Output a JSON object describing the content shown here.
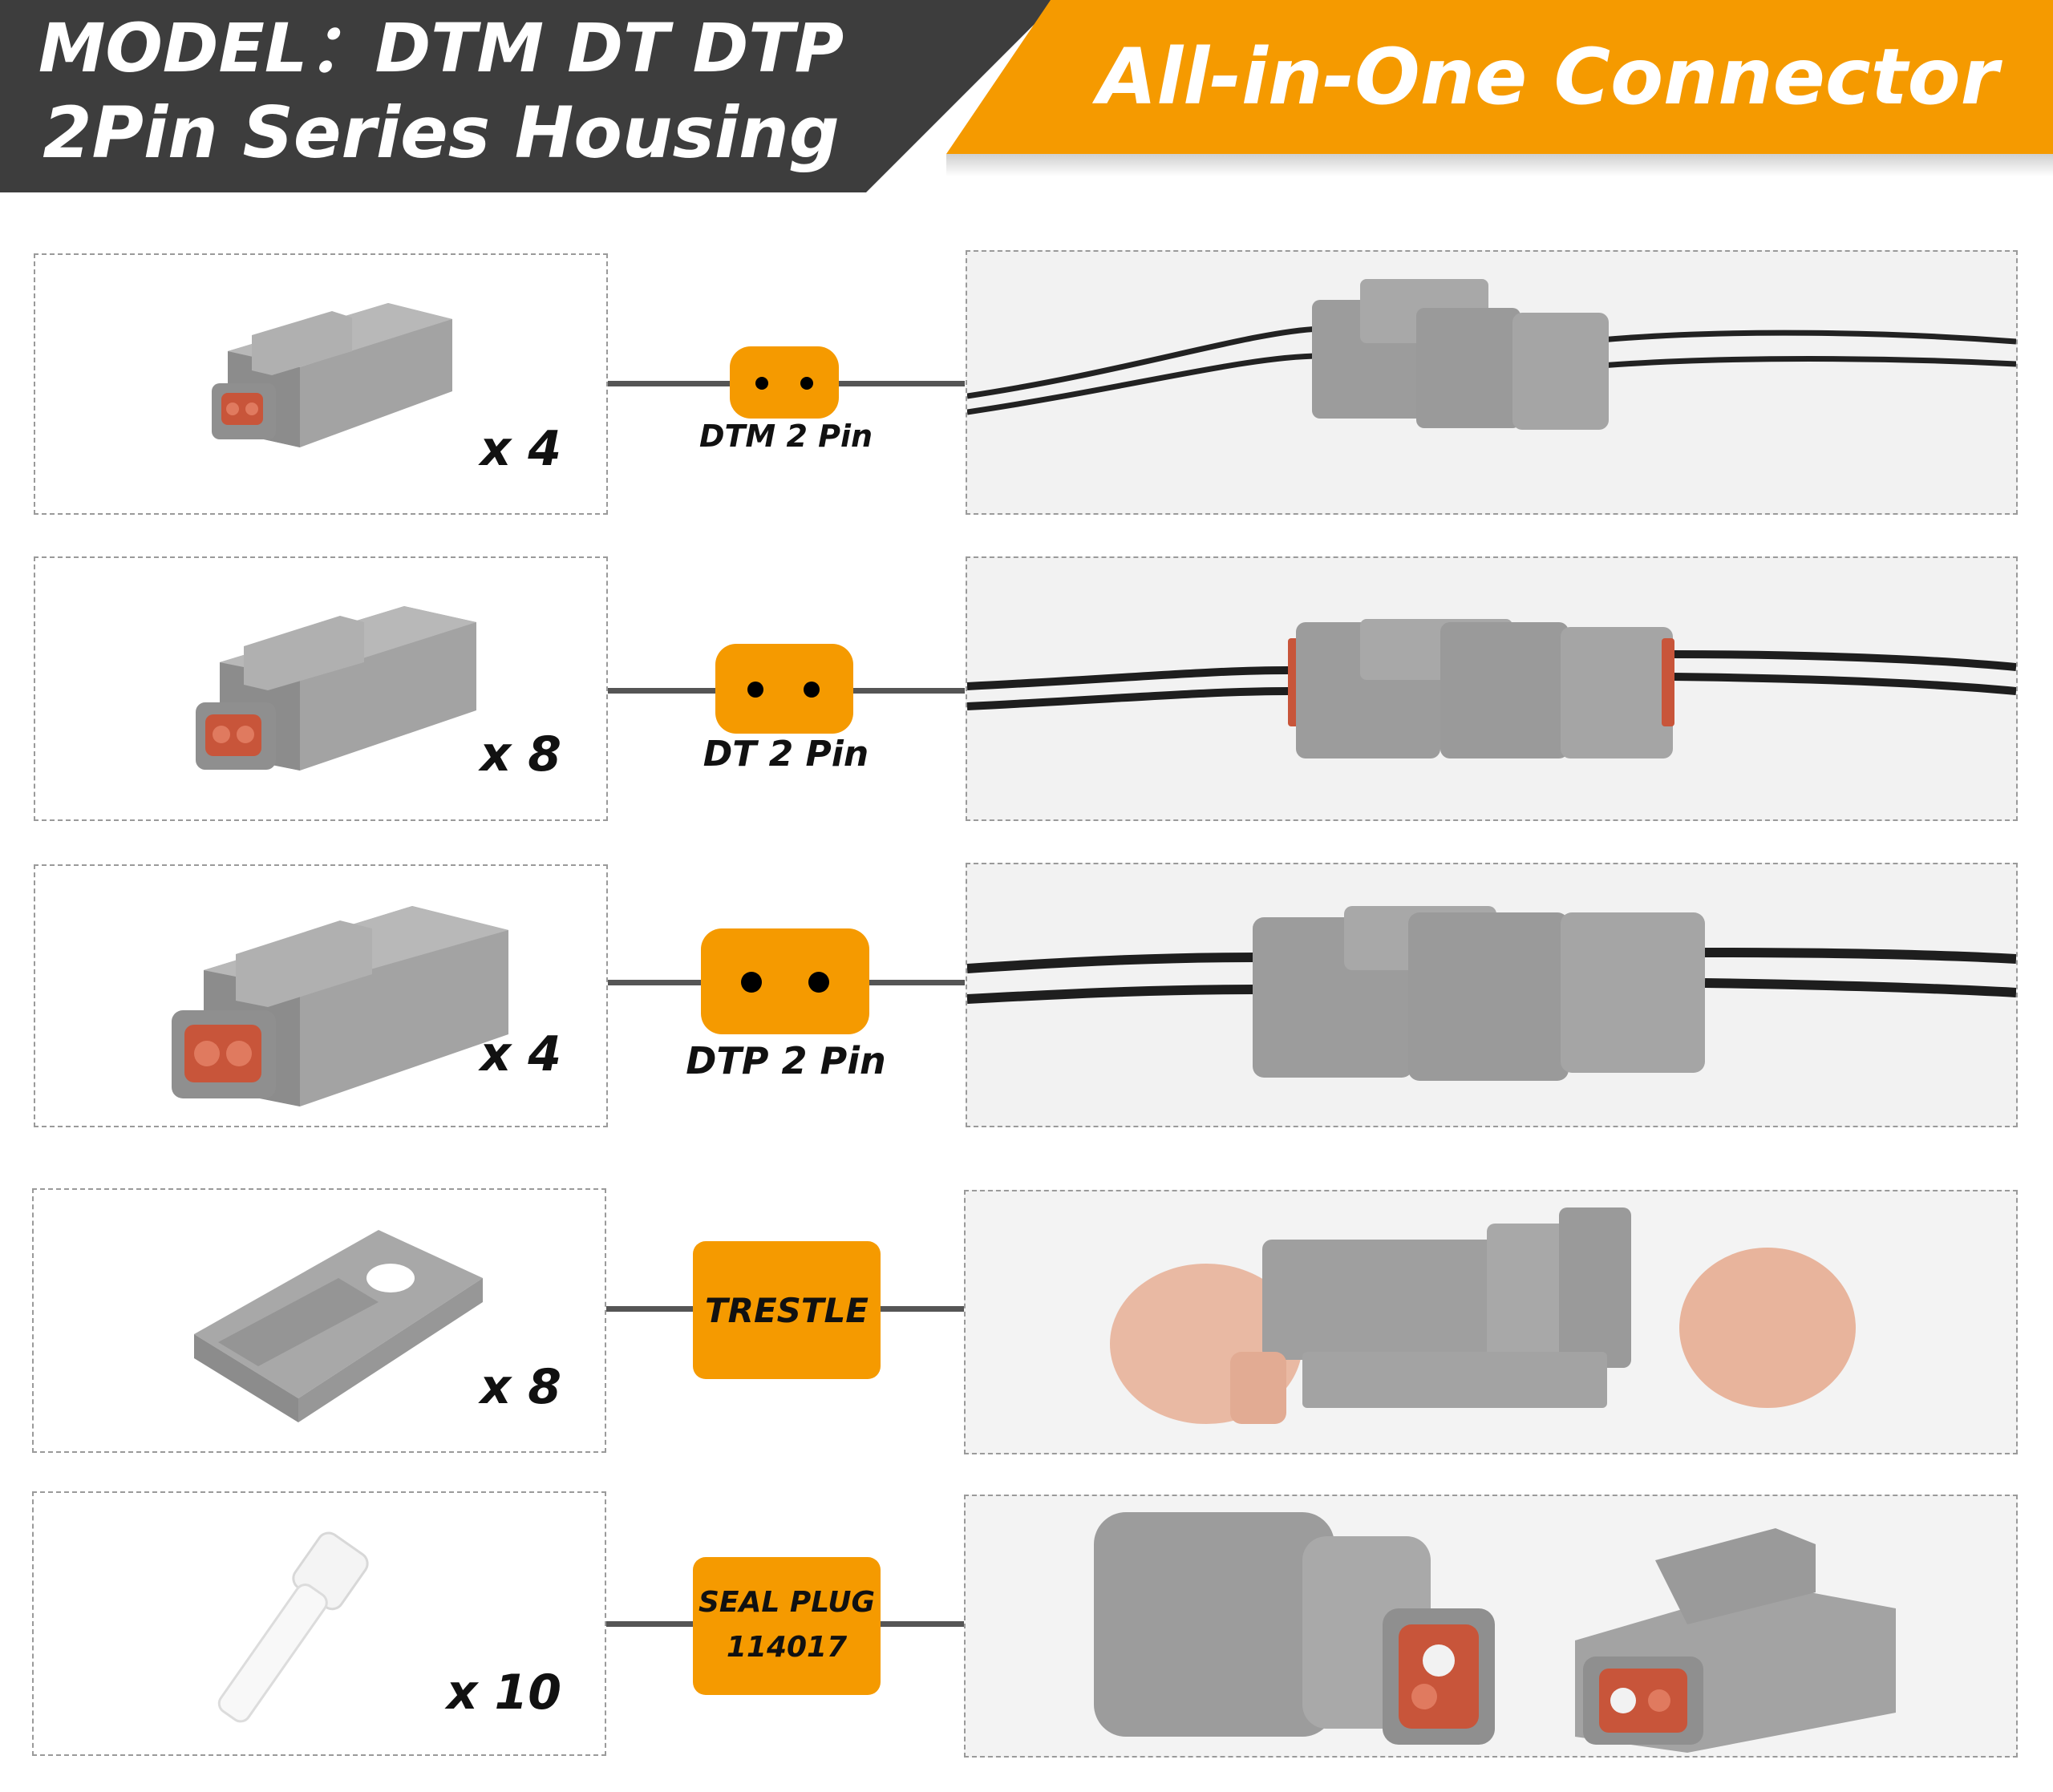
{
  "header": {
    "model_line": "MODEL：DTM DT DTP",
    "housing_line": "2Pin Series Housing",
    "kit_title": "All-in-One Connector Kit"
  },
  "rows": [
    {
      "quantity": "x 4",
      "label": "DTM 2 Pin"
    },
    {
      "quantity": "x 8",
      "label": "DT 2 Pin"
    },
    {
      "quantity": "x 4",
      "label": "DTP 2 Pin"
    },
    {
      "quantity": "x 8",
      "label": "TRESTLE"
    },
    {
      "quantity": "x 10",
      "label_line1": "SEAL PLUG",
      "label_line2": "114017"
    }
  ],
  "colors": {
    "accent_orange": "#f59a00",
    "header_dark": "#3d3d3d",
    "housing_gray": "#9c9c9c",
    "seal_terracotta": "#c8553a"
  }
}
